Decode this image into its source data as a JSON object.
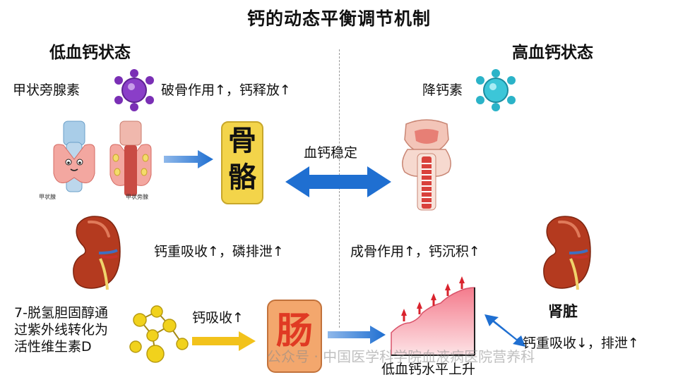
{
  "title": "钙的动态平衡调节机制",
  "left": {
    "heading": "低血钙状态",
    "pth_label": "甲状旁腺素",
    "bone_effect": "破骨作用↑，钙释放↑",
    "thyroid_label": "甲状腺",
    "parathyroid_label": "甲状旁腺",
    "bone_glyph_top": "骨",
    "bone_glyph_bottom": "骼",
    "kidney_effect": "钙重吸收↑，磷排泄↑",
    "vitd_lines": [
      "7-脱氢胆固醇通",
      "过紫外线转化为",
      "活性维生素D"
    ],
    "intestine_effect": "钙吸收↑",
    "intestine_glyph": "肠"
  },
  "center": {
    "stable_label": "血钙稳定",
    "bone_effect": "成骨作用↑，钙沉积↑",
    "level_label": "低血钙水平上升"
  },
  "right": {
    "heading": "高血钙状态",
    "calcitonin_label": "降钙素",
    "kidney_label": "肾脏",
    "kidney_effect": "钙重吸收↓，排泄↑"
  },
  "watermark": "公众号 · 中国医学科学院血液病医院营养科",
  "colors": {
    "blue_arrow": "#1f6fd1",
    "yellow_arrow": "#f2c21b",
    "pth_purple": "#7a2fb5",
    "calcitonin_teal": "#2bb3c8",
    "bone_box": "#f3d44a",
    "red_arrow": "#d9232d",
    "kidney_red": "#b43a1f"
  }
}
